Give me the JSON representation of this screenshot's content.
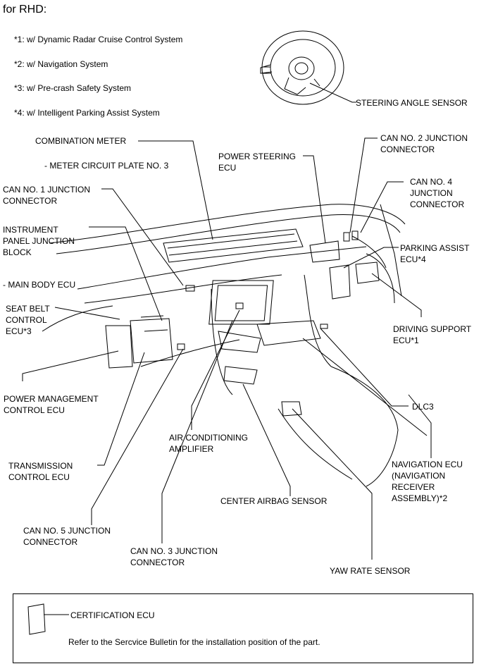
{
  "header": "for RHD:",
  "notes": [
    "*1: w/ Dynamic Radar Cruise Control System",
    "*2: w/ Navigation System",
    "*3: w/ Pre-crash Safety System",
    "*4: w/ Intelligent Parking Assist System"
  ],
  "labels": {
    "steering_angle_sensor": "STEERING ANGLE SENSOR",
    "combination_meter": "COMBINATION METER",
    "meter_circuit_plate": "- METER CIRCUIT PLATE NO. 3",
    "power_steering_ecu": "POWER STEERING\nECU",
    "can2": "CAN NO. 2 JUNCTION\nCONNECTOR",
    "can4": "CAN NO. 4\nJUNCTION\nCONNECTOR",
    "can1": "CAN NO. 1 JUNCTION\nCONNECTOR",
    "ip_junction_block": "INSTRUMENT\nPANEL JUNCTION\nBLOCK",
    "main_body_ecu": "- MAIN BODY ECU",
    "parking_assist_ecu": "PARKING ASSIST\nECU*4",
    "seat_belt_ecu": "SEAT BELT\nCONTROL\nECU*3",
    "driving_support_ecu": "DRIVING SUPPORT\nECU*1",
    "power_mgmt_ecu": "POWER MANAGEMENT\nCONTROL ECU",
    "dlc3": "DLC3",
    "ac_amplifier": "AIR CONDITIONING\nAMPLIFIER",
    "navigation_ecu": "NAVIGATION ECU\n(NAVIGATION\nRECEIVER\nASSEMBLY)*2",
    "transmission_ecu": "TRANSMISSION\nCONTROL ECU",
    "center_airbag_sensor": "CENTER AIRBAG SENSOR",
    "can5": "CAN NO. 5 JUNCTION\nCONNECTOR",
    "can3": "CAN NO. 3 JUNCTION\nCONNECTOR",
    "yaw_rate_sensor": "YAW RATE SENSOR"
  },
  "legend": {
    "certification_ecu": "CERTIFICATION ECU",
    "note": "Refer to the Sercvice Bulletin for the installation position of the part."
  }
}
